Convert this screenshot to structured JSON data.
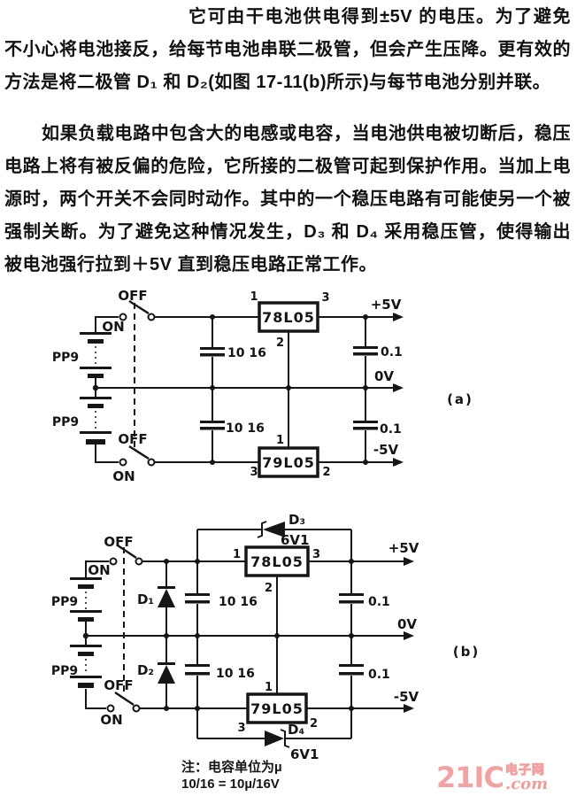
{
  "text": {
    "p1": "它可由干电池供电得到±5V 的电压。为了避免不小心将电池接反，给每节电池串联二极管，但会产生压降。更有效的方法是将二极管 D₁ 和 D₂(如图 17-11(b)所示)与每节电池分别并联。",
    "p2": "如果负载电路中包含大的电感或电容，当电池供电被切断后，稳压电路上将有被反偏的危险，它所接的二极管可起到保护作用。当加上电源时，两个开关不会同时动作。其中的一个稳压电路有可能使另一个被强制关断。为了避免这种情况发生，D₃ 和 D₄ 采用稳压管，使得输出被电池强行拉到＋5V 直到稳压电路正常工作。"
  },
  "circuit_a": {
    "caption": "(a)",
    "off_top": "OFF",
    "on_top": "ON",
    "off_bottom": "OFF",
    "on_bottom": "ON",
    "battery_top": "PP9",
    "battery_bottom": "PP9",
    "cap_in_top": "10 16",
    "cap_in_bottom": "10 16",
    "cap_out_top": "0.1",
    "cap_out_bottom": "0.1",
    "reg_top": "78L05",
    "reg_bottom": "79L05",
    "reg_top_pins": {
      "in": "1",
      "out": "3",
      "gnd": "2"
    },
    "reg_bottom_pins": {
      "gnd": "1",
      "in": "3",
      "out": "2"
    },
    "rail_pos": "+5V",
    "rail_zero": "0V",
    "rail_neg": "-5V"
  },
  "circuit_b": {
    "caption": "(b)",
    "off_top": "OFF",
    "on_top": "ON",
    "off_bottom": "OFF",
    "on_bottom": "ON",
    "battery_top": "PP9",
    "battery_bottom": "PP9",
    "cap_in_top": "10 16",
    "cap_in_bottom": "10 16",
    "cap_out_top": "0.1",
    "cap_out_bottom": "0.1",
    "reg_top": "78L05",
    "reg_bottom": "79L05",
    "reg_top_pins": {
      "in": "1",
      "out": "3",
      "gnd": "2"
    },
    "reg_bottom_pins": {
      "gnd": "1",
      "in": "3",
      "out": "2"
    },
    "diodes": {
      "d1": "D₁",
      "d2": "D₂",
      "d3": "D₃",
      "d3_volt": "6V1",
      "d4": "D₄",
      "d4_volt": "6V1"
    },
    "rail_pos": "+5V",
    "rail_zero": "0V",
    "rail_neg": "-5V"
  },
  "note": {
    "line1": "注：电容单位为µ",
    "line2": "10/16 = 10µ/16V"
  },
  "watermark": {
    "brand": "21IC",
    "suffix_cn": "电子网",
    "suffix_com": ".com",
    "color": "#f2a2a2"
  }
}
